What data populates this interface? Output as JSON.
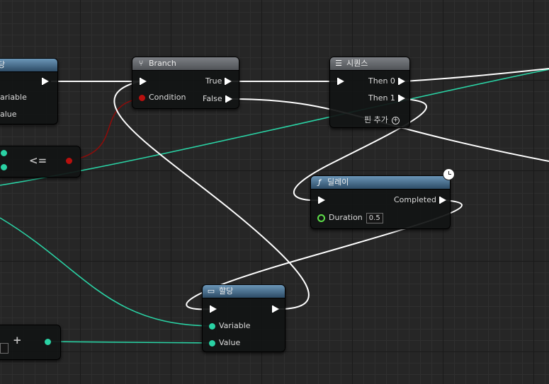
{
  "nodes": {
    "assign_left": {
      "title": "당",
      "pins": {
        "variable": "ariable",
        "value": "alue"
      }
    },
    "compare": {
      "operator": "<="
    },
    "add": {
      "operator": "+"
    },
    "branch": {
      "title": "Branch",
      "pins": {
        "condition": "Condition",
        "true": "True",
        "false": "False"
      }
    },
    "sequence": {
      "title": "시퀀스",
      "pins": {
        "then0": "Then 0",
        "then1": "Then 1",
        "add_pin": "핀 추가"
      }
    },
    "delay": {
      "title": "딜레이",
      "pins": {
        "completed": "Completed",
        "duration": "Duration",
        "duration_value": "0.5"
      }
    },
    "assign": {
      "title": "할당",
      "pins": {
        "variable": "Variable",
        "value": "Value"
      }
    }
  },
  "icons": {
    "branch": "branch-icon",
    "sequence": "sequence-icon",
    "delay": "function-icon",
    "assign": "assign-icon",
    "latent": "clock-icon"
  },
  "colors": {
    "exec_wire": "#ffffff",
    "float_wire": "#2ad2a4",
    "bool_wire": "#8a0d0b",
    "header_gray": "#6a6d72",
    "header_blue": "#3f6a8c"
  }
}
